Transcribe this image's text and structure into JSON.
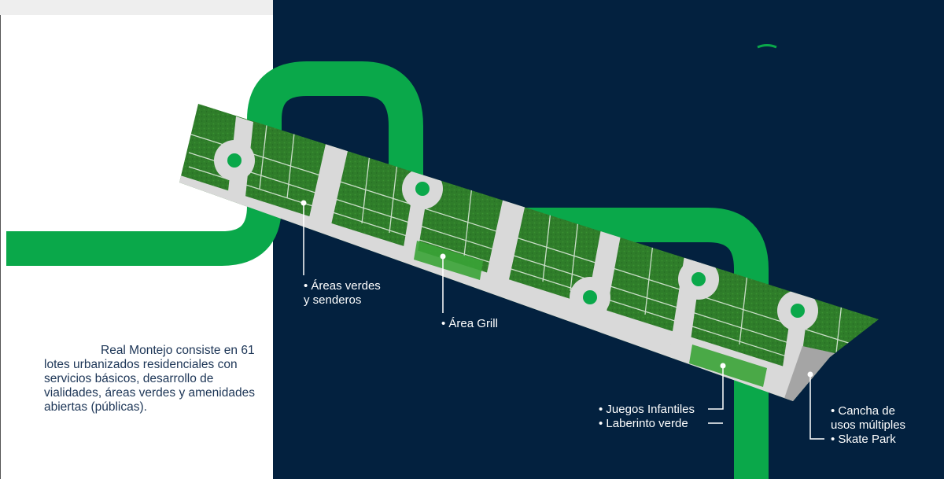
{
  "colors": {
    "navy": "#03213f",
    "track_green": "#0aa84a",
    "lot_green": "#2f7d2a",
    "road_gray": "#d9d9d9"
  },
  "intro": {
    "text": "Real Montejo consiste en 61 lotes urbanizados residenciales con servicios básicos, desarrollo de vialidades, áreas verdes y amenidades abiertas (públicas)."
  },
  "callouts": {
    "areas_verdes": {
      "line1": "• Áreas verdes",
      "line2": "y senderos"
    },
    "area_grill": {
      "line1": "• Área Grill"
    },
    "juegos": {
      "line1": "• Juegos Infantiles",
      "line2": "• Laberinto verde"
    },
    "cancha": {
      "line1": "• Cancha de",
      "line2": "usos múltiples",
      "line3": "• Skate Park"
    }
  }
}
